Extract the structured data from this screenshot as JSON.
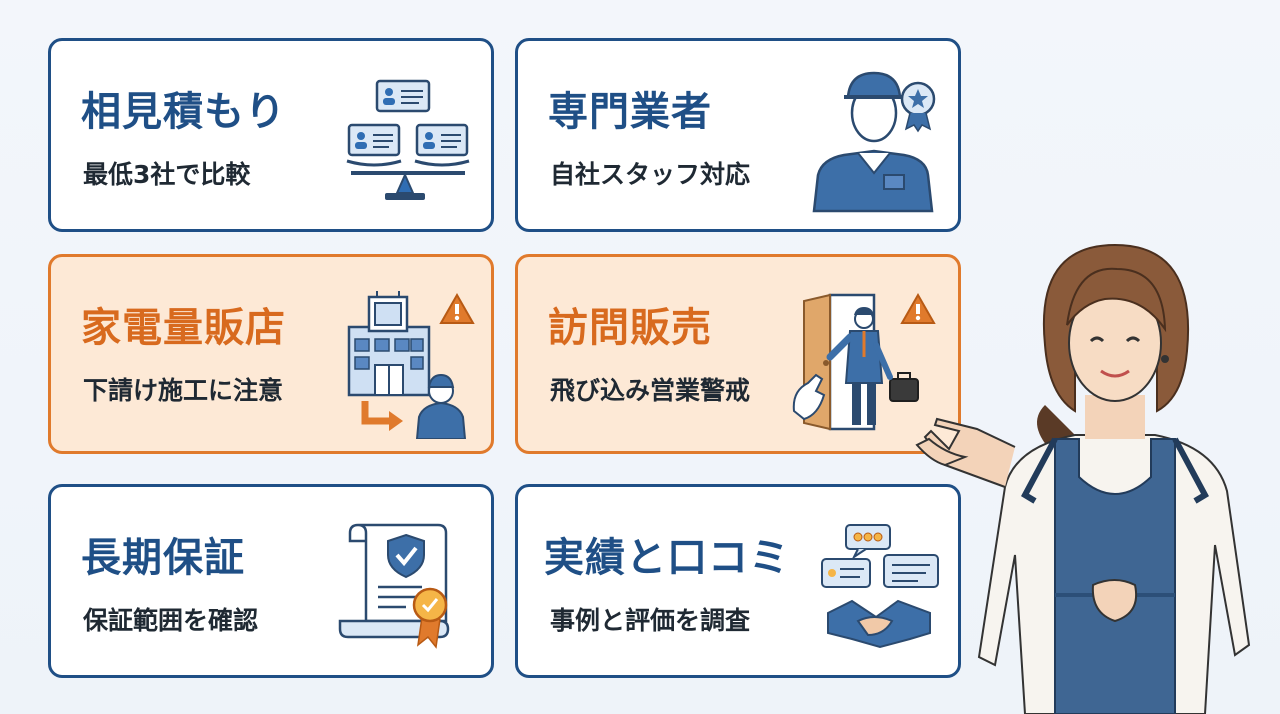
{
  "cards": [
    {
      "title": "相見積もり",
      "subtitle": "最低3社で比較",
      "variant": "normal",
      "icon": "balance-scale-profiles-icon"
    },
    {
      "title": "専門業者",
      "subtitle": "自社スタッフ対応",
      "variant": "normal",
      "icon": "technician-badge-icon"
    },
    {
      "title": "家電量販店",
      "subtitle": "下請け施工に注意",
      "variant": "warning",
      "icon": "store-subcontract-warning-icon"
    },
    {
      "title": "訪問販売",
      "subtitle": "飛び込み営業警戒",
      "variant": "warning",
      "icon": "door-salesman-warning-icon"
    },
    {
      "title": "長期保証",
      "subtitle": "保証範囲を確認",
      "variant": "normal",
      "icon": "warranty-certificate-icon"
    },
    {
      "title": "実績と口コミ",
      "subtitle": "事例と評価を調査",
      "variant": "normal",
      "icon": "reviews-handshake-icon"
    }
  ],
  "colors": {
    "primary": "#1f4f86",
    "warning": "#e07a2c",
    "warning_bg": "#fde9d6",
    "text": "#1f2933"
  },
  "presenter": {
    "icon": "presenter-woman-apron-icon"
  }
}
